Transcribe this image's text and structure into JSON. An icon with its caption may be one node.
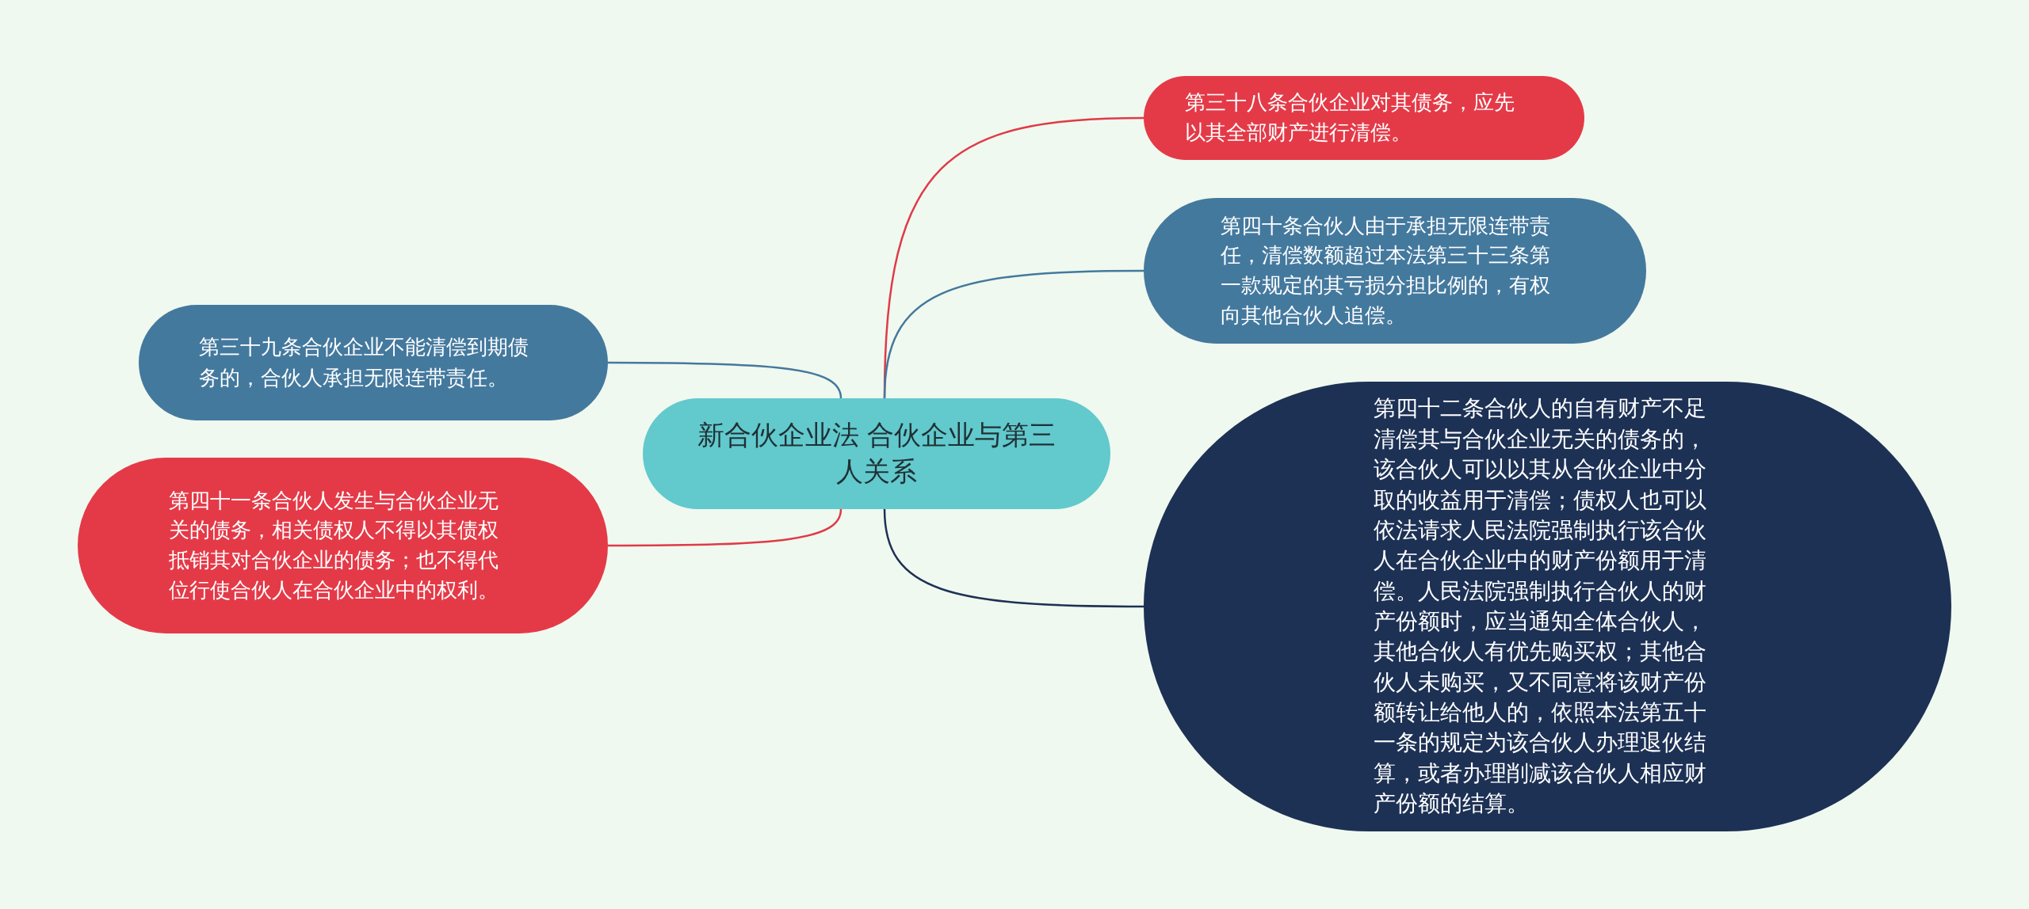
{
  "diagram": {
    "nodes": [
      {
        "text": [
          "新合伙企业法  合伙企业与第三人关系"
        ]
      },
      {
        "text": [
          "第三十八条合伙企业对其债务，应先以其全部财产进行清偿。"
        ]
      },
      {
        "text": [
          "第四十条合伙人由于承担无限连带责任，清偿数额超过本法第三十三条第一款规定的其亏损分担比例的，有权向其他合伙人追偿。"
        ]
      },
      {
        "text": [
          "第四十二条合伙人的自有财产不足清偿其与合伙企业无关的债务的，该合伙人可以以其从合伙企业中分取的收益用于清偿；债权人也可以依法请求人民法院强制执行该合伙人在合伙企业中的财产份额用于清偿。人民法院强制执行合伙人的财产份额时，应当通知全体合伙人，其他合伙人有优先购买权；其他合伙人未购买，又不同意将该财产份额转让给他人的，依照本法第五十一条的规定为该合伙人办理退伙结算，或者办理削减该合伙人相应财产份额的结算。"
        ]
      },
      {
        "text": [
          "第三十九条合伙企业不能清偿到期债务的，合伙人承担无限连带责任。"
        ]
      },
      {
        "text": [
          "第四十一条合伙人发生与合伙企业无关的债务，相关债权人不得以其债权抵销其对合伙企业的债务；也不得代位行使合伙人在合伙企业中的权利。"
        ]
      }
    ],
    "edges": [
      {
        "from": 0,
        "to": 1,
        "arrow": "none",
        "color": "#e03a48"
      },
      {
        "from": 0,
        "to": 2,
        "arrow": "none",
        "color": "#44799e"
      },
      {
        "from": 0,
        "to": 3,
        "arrow": "none",
        "color": "#1d3155"
      },
      {
        "from": 0,
        "to": 4,
        "arrow": "none",
        "color": "#44799e"
      },
      {
        "from": 0,
        "to": 5,
        "arrow": "none",
        "color": "#e03a48"
      }
    ]
  }
}
